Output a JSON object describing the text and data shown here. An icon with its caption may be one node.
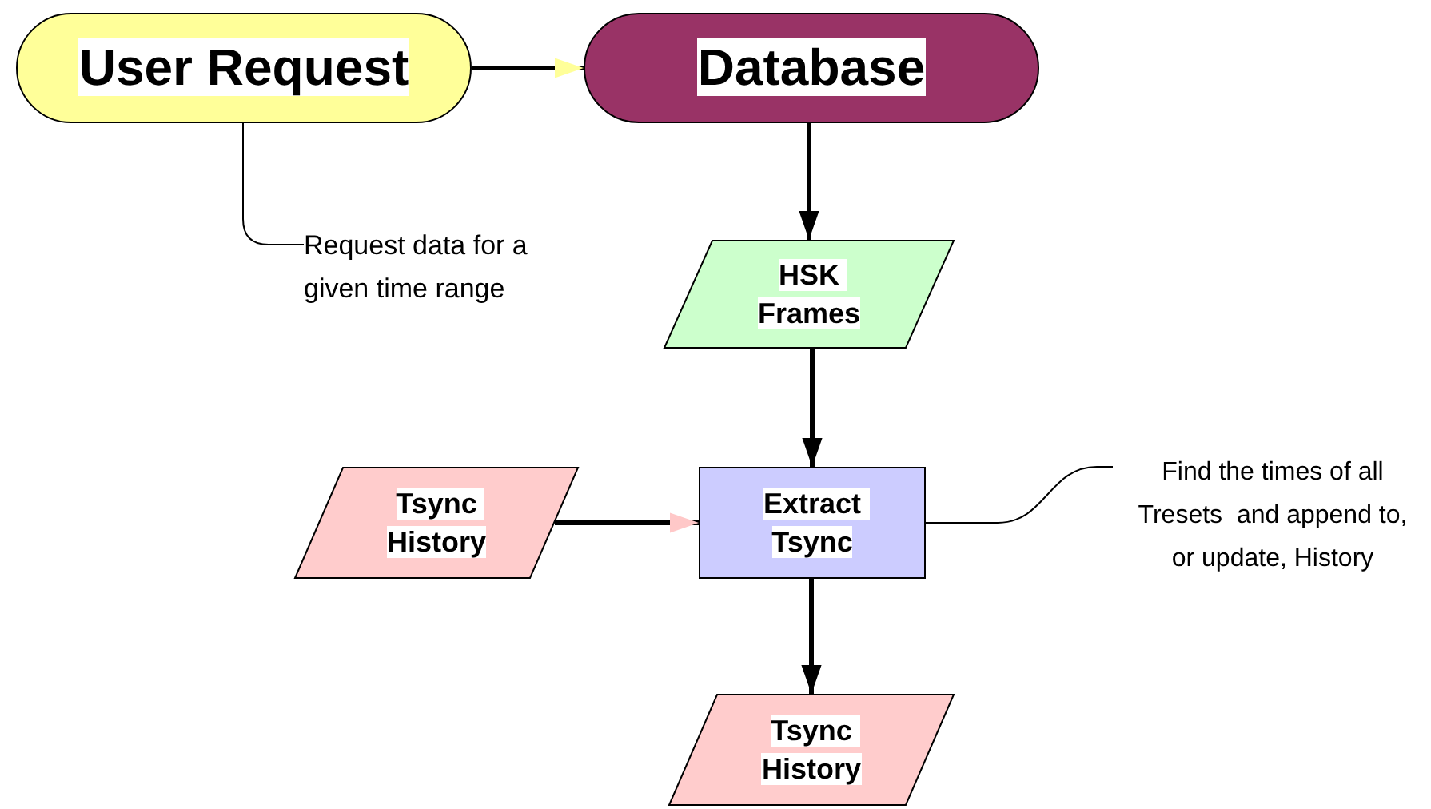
{
  "diagram": {
    "nodes": [
      {
        "text": [
          "User Request"
        ]
      },
      {
        "text": [
          "Database"
        ]
      },
      {
        "text": [
          "Request data for a given time range"
        ]
      },
      {
        "text": [
          "HSK Frames"
        ]
      },
      {
        "text": [
          "Tsync History"
        ]
      },
      {
        "text": [
          "Extract Tsync"
        ]
      },
      {
        "text": [
          "Find the times of all Tresets  and append to, or update, History"
        ]
      },
      {
        "text": [
          "Tsync History"
        ]
      }
    ],
    "edges": [
      {
        "from": 0,
        "to": 1,
        "arrow": "to"
      },
      {
        "from": 0,
        "to": 2,
        "arrow": "none"
      },
      {
        "from": 1,
        "to": 3,
        "arrow": "to"
      },
      {
        "from": 3,
        "to": 5,
        "arrow": "to"
      },
      {
        "from": 4,
        "to": 5,
        "arrow": "to"
      },
      {
        "from": 5,
        "to": 6,
        "arrow": "none"
      },
      {
        "from": 5,
        "to": 7,
        "arrow": "to"
      }
    ]
  }
}
